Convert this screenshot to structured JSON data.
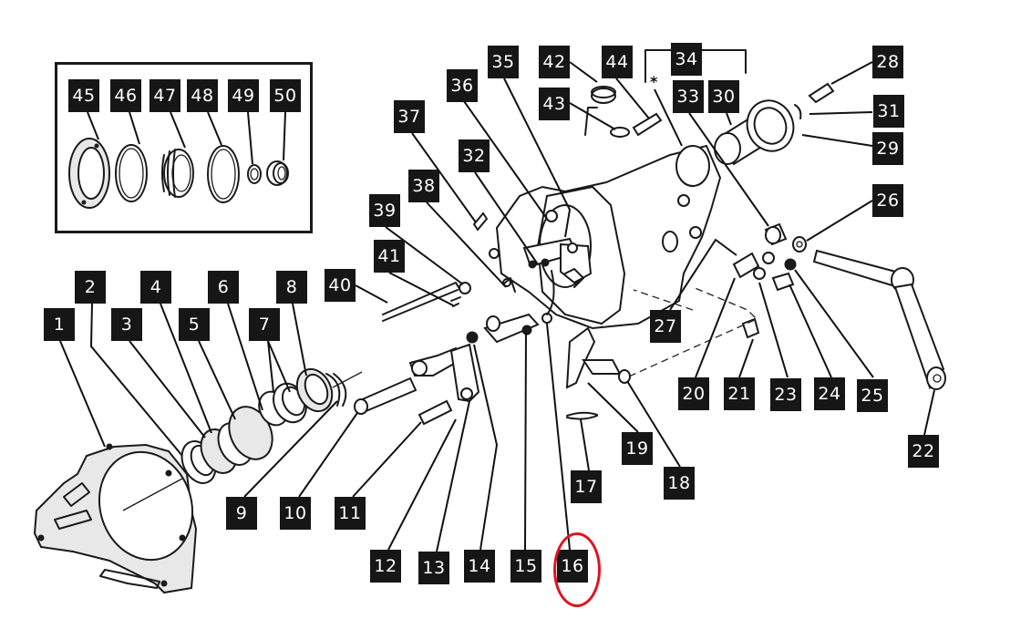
{
  "diagram": {
    "type": "exploded-parts-diagram",
    "subject": "transfer case / gearbox housing assembly",
    "inset_parts": [
      "45",
      "46",
      "47",
      "48",
      "49",
      "50"
    ],
    "main_parts": [
      "1",
      "2",
      "3",
      "4",
      "5",
      "6",
      "7",
      "8",
      "9",
      "10",
      "11",
      "12",
      "13",
      "14",
      "15",
      "16",
      "17",
      "18",
      "19",
      "20",
      "21",
      "22",
      "23",
      "24",
      "25",
      "26",
      "27",
      "28",
      "29",
      "30",
      "31",
      "32",
      "33",
      "34",
      "35",
      "36",
      "37",
      "38",
      "39",
      "40",
      "41",
      "42",
      "43",
      "44"
    ],
    "group_bracket_label": "34",
    "group_marker": "*",
    "highlighted_part": "16",
    "highlight_color": "#e0141e",
    "label_bg_color": "#161616",
    "label_text_color": "#ffffff"
  },
  "labels": {
    "l1": "1",
    "l2": "2",
    "l3": "3",
    "l4": "4",
    "l5": "5",
    "l6": "6",
    "l7": "7",
    "l8": "8",
    "l9": "9",
    "l10": "10",
    "l11": "11",
    "l12": "12",
    "l13": "13",
    "l14": "14",
    "l15": "15",
    "l16": "16",
    "l17": "17",
    "l18": "18",
    "l19": "19",
    "l20": "20",
    "l21": "21",
    "l22": "22",
    "l23": "23",
    "l24": "24",
    "l25": "25",
    "l26": "26",
    "l27": "27",
    "l28": "28",
    "l29": "29",
    "l30": "30",
    "l31": "31",
    "l32": "32",
    "l33": "33",
    "l34": "34",
    "l35": "35",
    "l36": "36",
    "l37": "37",
    "l38": "38",
    "l39": "39",
    "l40": "40",
    "l41": "41",
    "l42": "42",
    "l43": "43",
    "l44": "44",
    "l45": "45",
    "l46": "46",
    "l47": "47",
    "l48": "48",
    "l49": "49",
    "l50": "50"
  },
  "marker": {
    "asterisk": "*"
  }
}
